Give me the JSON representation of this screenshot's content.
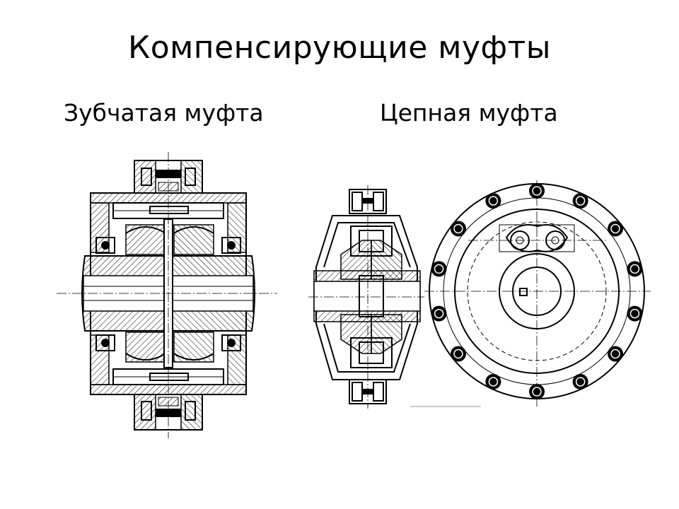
{
  "slide": {
    "title": "Компенсирующие муфты",
    "captions": {
      "gear_coupling": "Зубчатая муфта",
      "chain_coupling": "Цепная муфта"
    }
  },
  "drawings": {
    "gear_coupling_section": {
      "icon": "gear-coupling-section-drawing"
    },
    "chain_coupling_section": {
      "icon": "chain-coupling-section-drawing"
    },
    "chain_coupling_end_view": {
      "icon": "chain-coupling-end-view-drawing",
      "bolt_count": 14
    }
  }
}
